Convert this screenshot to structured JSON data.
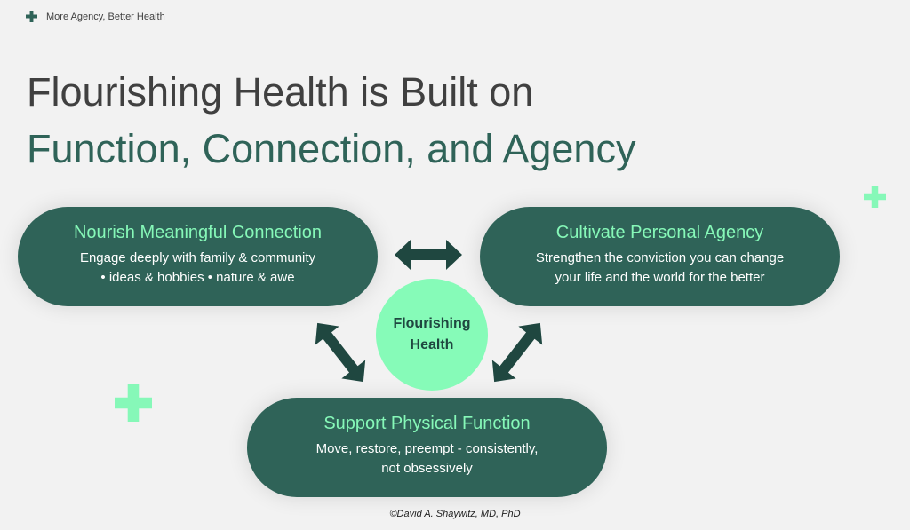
{
  "header": {
    "label": "More Agency, Better Health"
  },
  "title": {
    "line1": "Flourishing Health is Built on",
    "line2": "Function, Connection, and Agency"
  },
  "nodes": [
    {
      "title": "Nourish Meaningful Connection",
      "line1": "Engage deeply with family & community",
      "line2": "• ideas & hobbies • nature & awe"
    },
    {
      "title": "Cultivate Personal Agency",
      "line1": "Strengthen the conviction you can change",
      "line2": "your life and the world for the better"
    },
    {
      "title": "Support Physical Function",
      "line1": "Move, restore, preempt - consistently,",
      "line2": "not obsessively"
    }
  ],
  "center": {
    "line1": "Flourishing",
    "line2": "Health"
  },
  "footer": {
    "credit": "©David A. Shaywitz, MD, PhD"
  },
  "colors": {
    "pill": "#2f6358",
    "accent": "#86f8b8",
    "arrow": "#1f4740",
    "background": "#f2f2f2"
  }
}
